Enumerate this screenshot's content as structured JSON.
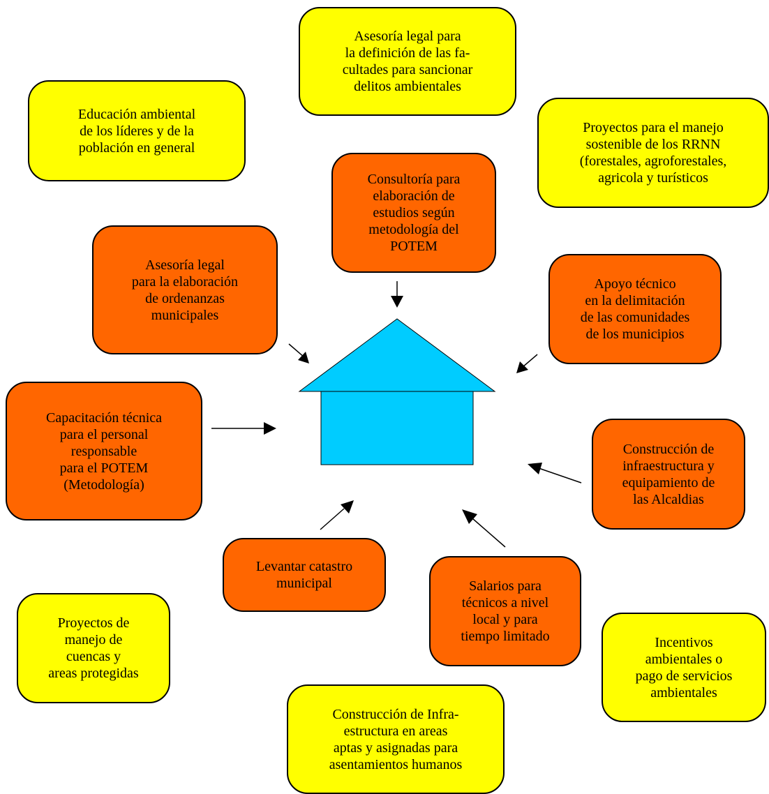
{
  "colors": {
    "yellow_box": "#ffff00",
    "orange_box": "#ff6600",
    "house_fill": "#00ccff",
    "outline": "#000000"
  },
  "boxes": {
    "asesoria_sancionar": "Asesoría legal para\nla definición de las fa-\ncultades para  sancionar\ndelitos ambientales",
    "educacion_ambiental": "Educación ambiental\nde los líderes y de la\npoblación en general",
    "proyectos_rrnn": "Proyectos para el manejo\nsostenible de los RRNN\n(forestales, agroforestales,\nagricola y turísticos",
    "consultoria_potem": "Consultoría para\nelaboración de\nestudios según\nmetodología del\nPOTEM",
    "asesoria_ordenanzas": "Asesoría legal\npara la elaboración\nde ordenanzas\nmunicipales",
    "apoyo_tecnico": "Apoyo técnico\nen la delimitación\nde las comunidades\nde los municipios",
    "capacitacion_tecnica": "Capacitación técnica\npara el personal\nresponsable\npara el POTEM\n(Metodología)",
    "construccion_alcaldias": "Construcción de\ninfraestructura y\nequipamiento de\nlas Alcaldias",
    "levantar_catastro": "Levantar catastro\nmunicipal",
    "salarios_tecnicos": "Salarios para\ntécnicos a nivel\nlocal y para\ntiempo limitado",
    "proyectos_cuencas": "Proyectos de\nmanejo de\ncuencas y\nareas protegidas",
    "incentivos_ambientales": "Incentivos\nambientales o\npago de servicios\nambientales",
    "construccion_asentamientos": "Construcción de Infra-\nestructura en areas\naptas y asignadas para\nasentamientos humanos"
  }
}
